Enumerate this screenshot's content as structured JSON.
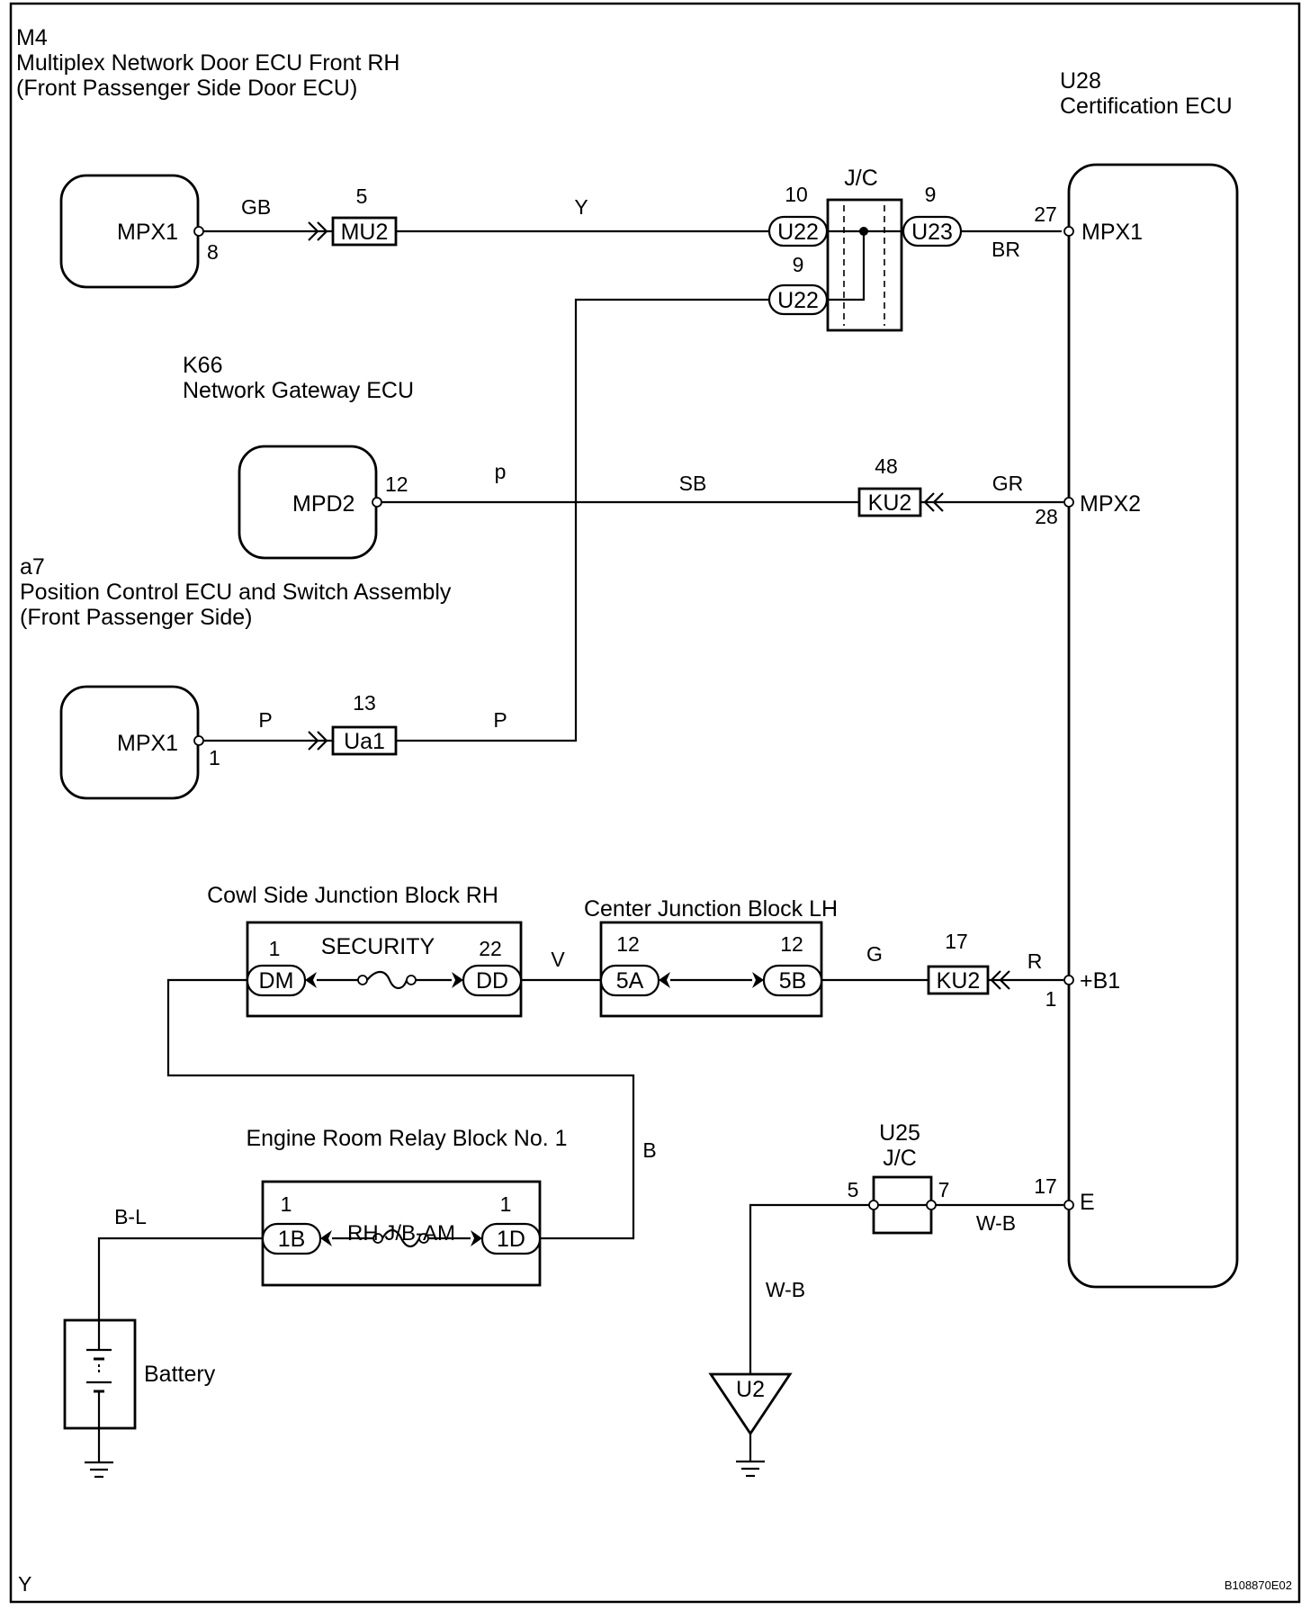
{
  "components": {
    "m4": {
      "code": "M4",
      "name_line1": "Multiplex Network Door ECU Front RH",
      "name_line2": "(Front Passenger Side Door ECU)",
      "pin_label": "MPX1",
      "pin_no": "8"
    },
    "k66": {
      "code": "K66",
      "name": "Network Gateway ECU",
      "pin_label": "MPD2",
      "pin_no": "12"
    },
    "a7": {
      "code": "a7",
      "name_line1": "Position Control ECU and Switch Assembly",
      "name_line2": "(Front Passenger Side)",
      "pin_label": "MPX1",
      "pin_no": "1"
    },
    "u28": {
      "code": "U28",
      "name": "Certification ECU",
      "pins": [
        {
          "no": "27",
          "label": "MPX1"
        },
        {
          "no": "28",
          "label": "MPX2"
        },
        {
          "no": "1",
          "label": "+B1"
        },
        {
          "no": "17",
          "label": "E"
        }
      ]
    },
    "jc": {
      "label": "J/C"
    },
    "u25": {
      "code": "U25",
      "label": "J/C",
      "pin_left": "5",
      "pin_right": "7"
    },
    "cowl_block": {
      "title": "Cowl Side Junction Block RH",
      "fuse": "SECURITY",
      "left_pin": "1",
      "left_conn": "DM",
      "right_pin": "22",
      "right_conn": "DD"
    },
    "center_block": {
      "title": "Center Junction Block LH",
      "left_pin": "12",
      "left_conn": "5A",
      "right_pin": "12",
      "right_conn": "5B"
    },
    "engine_block": {
      "title": "Engine Room Relay Block No. 1",
      "fuse": "RH J/B-AM",
      "left_pin": "1",
      "left_conn": "1B",
      "right_pin": "1",
      "right_conn": "1D"
    },
    "battery": {
      "label": "Battery"
    },
    "ground_u2": {
      "label": "U2"
    }
  },
  "connectors": {
    "mu2": {
      "label": "MU2",
      "pin": "5"
    },
    "ku2_top": {
      "label": "KU2",
      "pin": "48"
    },
    "ua1": {
      "label": "Ua1",
      "pin": "13"
    },
    "ku2_bottom": {
      "label": "KU2",
      "pin": "17"
    },
    "u22_a": {
      "label": "U22",
      "pin": "10"
    },
    "u22_b": {
      "label": "U22",
      "pin": "9"
    },
    "u23": {
      "label": "U23",
      "pin": "9"
    }
  },
  "wires": {
    "m4_out": "GB",
    "to_jc": "Y",
    "jc_to_u28": "BR",
    "k66_p": "p",
    "k66_sb": "SB",
    "ku2_to_u28": "GR",
    "a7_out": "P",
    "ua1_out": "P",
    "cowl_to_center": "V",
    "center_to_ku2": "G",
    "ku2_to_u28_b1": "R",
    "cowl_to_engine": "B",
    "battery_wire": "B-L",
    "u25_to_u28": "W-B",
    "u25_to_ground": "W-B"
  },
  "footer": {
    "left_code": "Y",
    "figure_id": "B108870E02"
  }
}
